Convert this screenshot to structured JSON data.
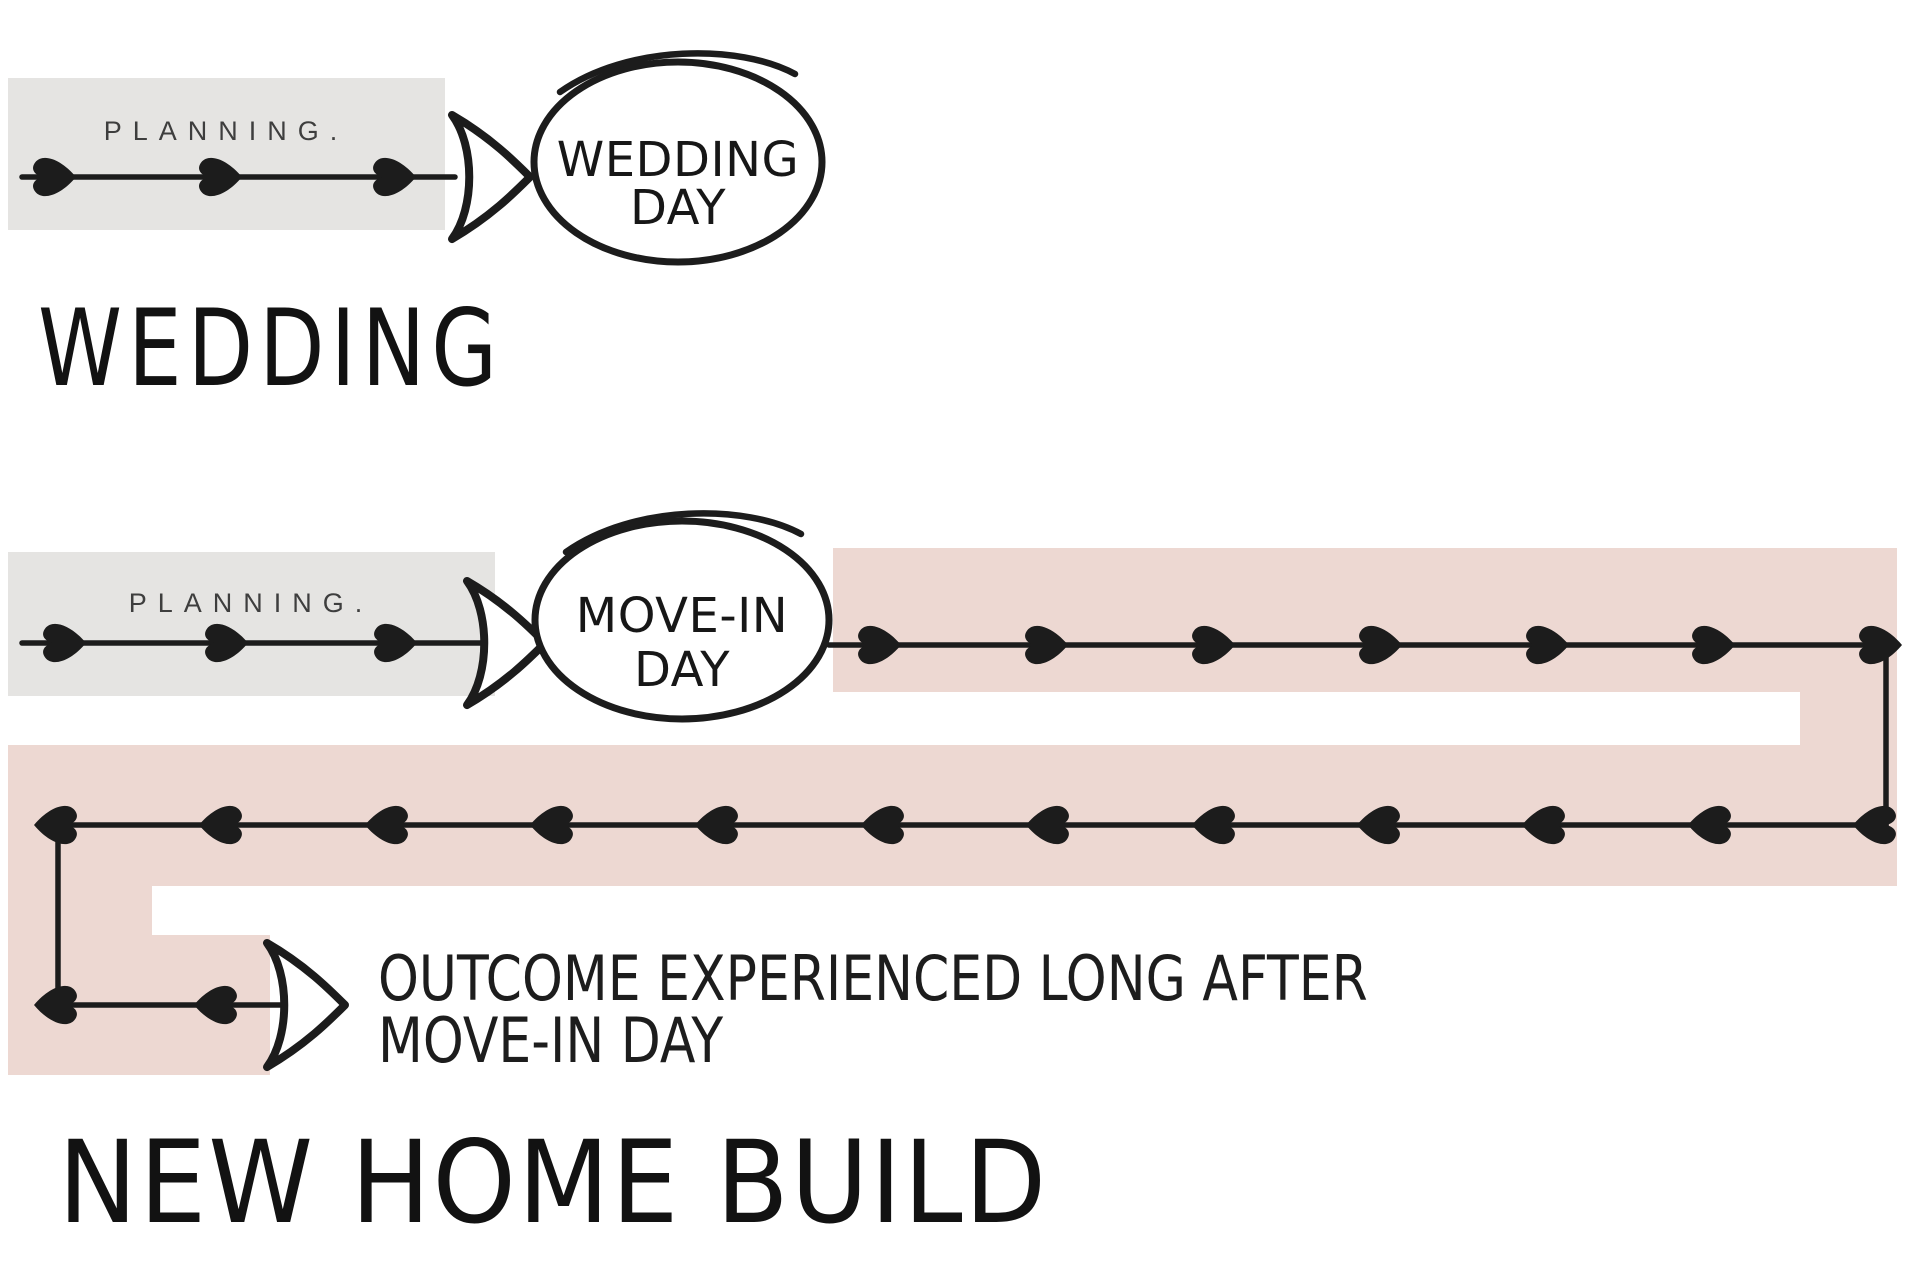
{
  "colors": {
    "background": "#ffffff",
    "pink_band": "#edd8d2",
    "gray_band": "#e5e4e2",
    "ink": "#1c1c1c",
    "planning_ink": "#3e3e3e"
  },
  "wedding_section": {
    "planning_label": "PLANNING.",
    "milestone": {
      "line1": "WEDDING",
      "line2": "DAY"
    },
    "title": "WEDDING"
  },
  "new_home_section": {
    "planning_label": "PLANNING.",
    "milestone": {
      "line1": "MOVE-IN",
      "line2": "DAY"
    },
    "outcome_note": {
      "line1": "OUTCOME EXPERIENCED LONG AFTER",
      "line2": "MOVE-IN DAY"
    },
    "title": "NEW HOME BUILD"
  }
}
